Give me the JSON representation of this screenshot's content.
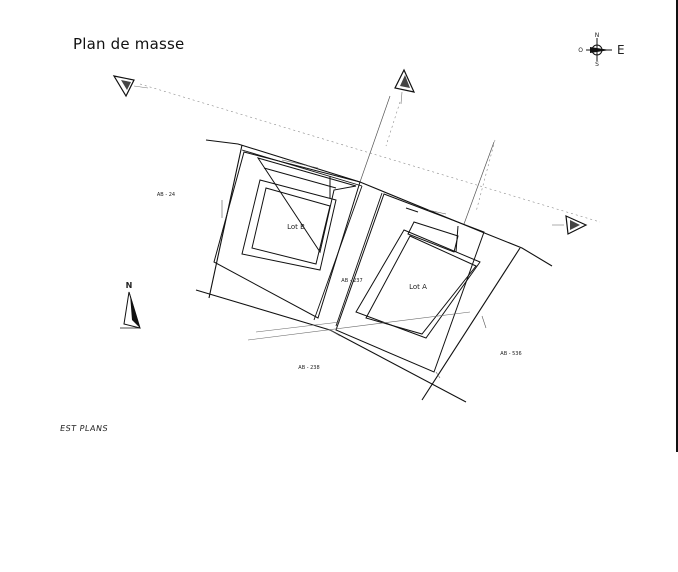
{
  "title": "Plan de masse",
  "studio": "EST PLANS",
  "lots": [
    {
      "name": "Lot B"
    },
    {
      "name": "Lot A"
    }
  ],
  "parcels": [
    {
      "ref": "AB - 24"
    },
    {
      "ref": "AB - 237"
    },
    {
      "ref": "AB - 238"
    },
    {
      "ref": "AB - 536"
    }
  ],
  "compass": {
    "north": "N",
    "south": "S",
    "east": "E",
    "west": "O"
  },
  "north_arrow": {
    "label": "N"
  },
  "colors": {
    "line": "#111111",
    "thin_line": "#555555",
    "background": "#ffffff"
  }
}
